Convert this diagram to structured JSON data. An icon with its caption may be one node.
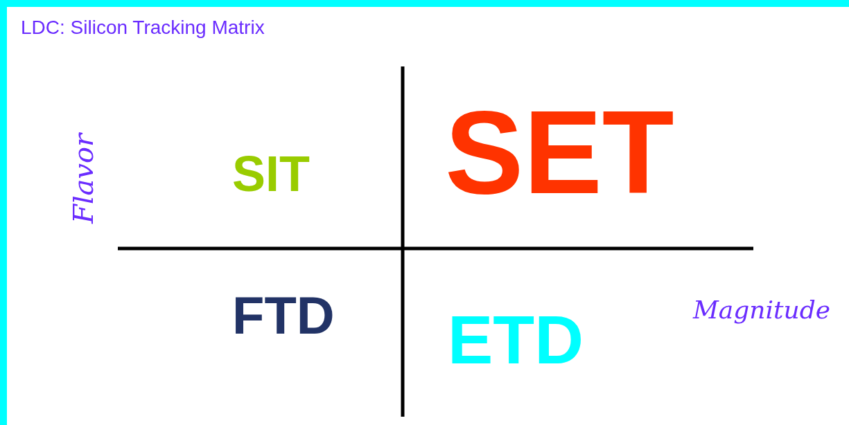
{
  "diagram": {
    "title": "LDC: Silicon Tracking Matrix",
    "labels": [
      "Flavor",
      "SIT",
      "SET",
      "FTD",
      "ETD",
      "Magnitude"
    ]
  }
}
